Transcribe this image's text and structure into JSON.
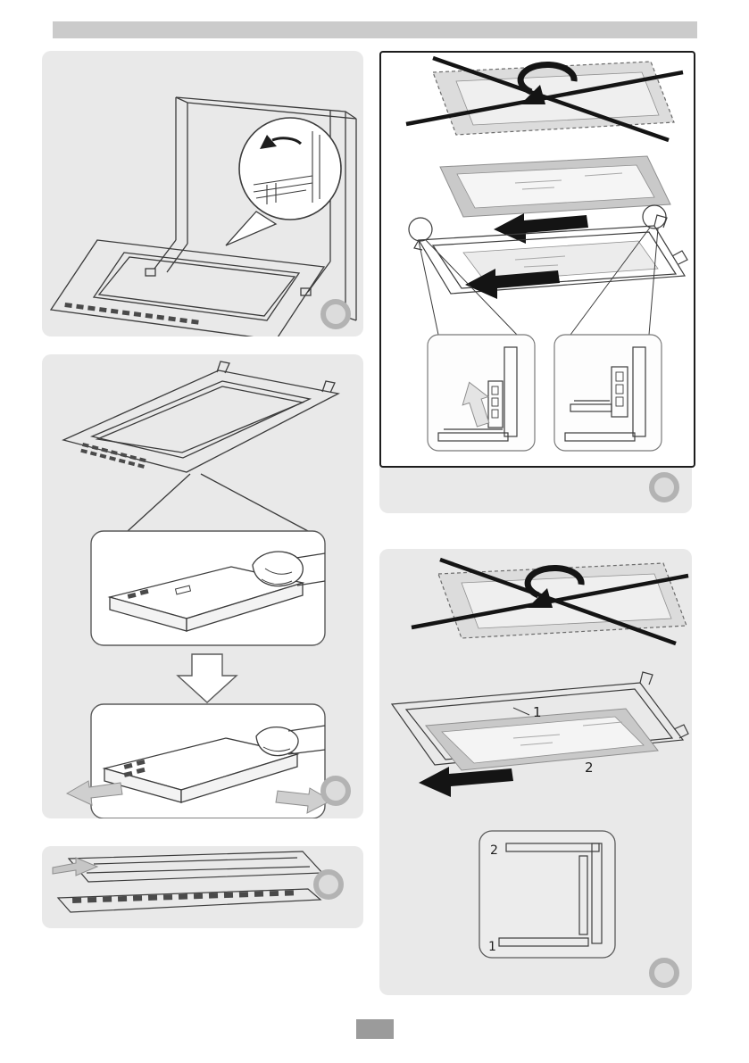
{
  "colors": {
    "page_bg": "#ffffff",
    "header_bar": "#cbcbcb",
    "panel_bg": "#e9e9e9",
    "badge_ring": "#b3b3b3",
    "line": "#3c3c3c",
    "black_arrow": "#141414",
    "crossed_glass_fill": "#dcdcdc",
    "page_number_box": "#9b9b9b"
  },
  "icons": {
    "step_marker": "gray-ring-circle",
    "cross_out": "thick-x-lines",
    "flip_arrow": "curved-flip-arrow",
    "down_arrow": "outline-down-arrow",
    "remove_arrow": "solid-black-left-arrow",
    "slide_arrow": "gray-outline-arrow"
  },
  "panel_b": {
    "frame_label": "1",
    "glass_label": "2",
    "inset_top_label": "2",
    "inset_bottom_label": "1"
  }
}
